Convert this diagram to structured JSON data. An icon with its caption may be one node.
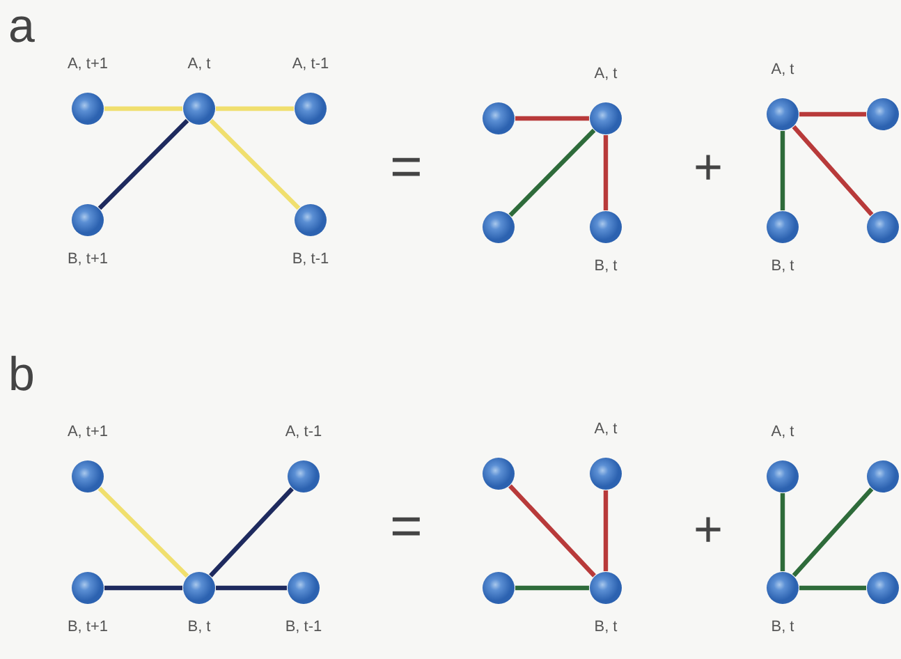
{
  "diagram": {
    "nodes": [
      {
        "text": [
          "A, t+1"
        ]
      },
      {
        "text": [
          "A, t"
        ]
      },
      {
        "text": [
          "A, t-1"
        ]
      },
      {
        "text": [
          "B, t+1"
        ]
      },
      {
        "text": [
          "B, t-1"
        ]
      },
      {
        "text": [],
        "shape": "circle"
      },
      {
        "text": [
          "A, t"
        ]
      },
      {
        "text": [],
        "shape": "circle"
      },
      {
        "text": [
          "B, t"
        ]
      },
      {
        "text": [
          "A, t"
        ]
      },
      {
        "text": [],
        "shape": "circle"
      },
      {
        "text": [
          "B, t"
        ]
      },
      {
        "text": [],
        "shape": "circle"
      },
      {
        "text": [
          "A, t+1"
        ]
      },
      {
        "text": [
          "A, t-1"
        ]
      },
      {
        "text": [
          "B, t+1"
        ]
      },
      {
        "text": [
          "B, t"
        ]
      },
      {
        "text": [
          "B, t-1"
        ]
      },
      {
        "text": [],
        "shape": "circle"
      },
      {
        "text": [
          "A, t"
        ]
      },
      {
        "text": [],
        "shape": "circle"
      },
      {
        "text": [
          "B, t"
        ]
      },
      {
        "text": [
          "A, t"
        ]
      },
      {
        "text": [],
        "shape": "circle"
      },
      {
        "text": [
          "B, t"
        ]
      },
      {
        "text": [],
        "shape": "circle"
      }
    ],
    "edges": [
      {
        "from": 0,
        "to": 1,
        "arrow": "none",
        "color": "#f0df6e"
      },
      {
        "from": 1,
        "to": 2,
        "arrow": "none",
        "color": "#f0df6e"
      },
      {
        "from": 1,
        "to": 3,
        "arrow": "none",
        "color": "#1e2a5e"
      },
      {
        "from": 1,
        "to": 4,
        "arrow": "none",
        "color": "#f0df6e"
      },
      {
        "from": 5,
        "to": 6,
        "arrow": "none",
        "color": "#b83a3a"
      },
      {
        "from": 6,
        "to": 8,
        "arrow": "none",
        "color": "#b83a3a"
      },
      {
        "from": 6,
        "to": 7,
        "arrow": "none",
        "color": "#2e6b3a"
      },
      {
        "from": 9,
        "to": 10,
        "arrow": "none",
        "color": "#b83a3a"
      },
      {
        "from": 9,
        "to": 11,
        "arrow": "none",
        "color": "#2e6b3a"
      },
      {
        "from": 9,
        "to": 12,
        "arrow": "none",
        "color": "#b83a3a"
      },
      {
        "from": 13,
        "to": 16,
        "arrow": "none",
        "color": "#f0df6e"
      },
      {
        "from": 16,
        "to": 14,
        "arrow": "none",
        "color": "#1e2a5e"
      },
      {
        "from": 15,
        "to": 16,
        "arrow": "none",
        "color": "#1e2a5e"
      },
      {
        "from": 16,
        "to": 17,
        "arrow": "none",
        "color": "#1e2a5e"
      },
      {
        "from": 18,
        "to": 21,
        "arrow": "none",
        "color": "#b83a3a"
      },
      {
        "from": 19,
        "to": 21,
        "arrow": "none",
        "color": "#b83a3a"
      },
      {
        "from": 20,
        "to": 21,
        "arrow": "none",
        "color": "#2e6b3a"
      },
      {
        "from": 22,
        "to": 24,
        "arrow": "none",
        "color": "#2e6b3a"
      },
      {
        "from": 24,
        "to": 23,
        "arrow": "none",
        "color": "#2e6b3a"
      },
      {
        "from": 24,
        "to": 25,
        "arrow": "none",
        "color": "#2e6b3a"
      }
    ],
    "labels": [
      "a",
      "=",
      "+",
      "b",
      "=",
      "+"
    ]
  }
}
